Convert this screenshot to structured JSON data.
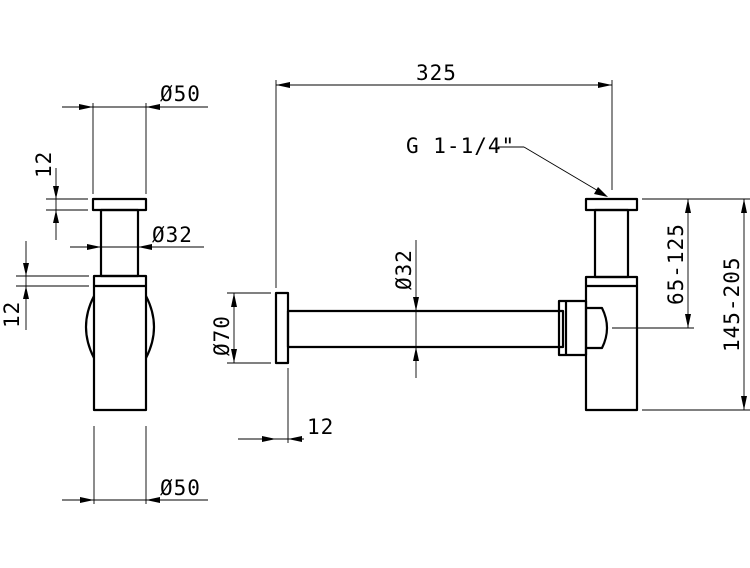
{
  "labels": {
    "diam_50_top": "Ø50",
    "dim_12_cap": "12",
    "diam_32_side": "Ø32",
    "dim_12_ring": "12",
    "diam_50_bottom": "Ø50",
    "width_325": "325",
    "thread": "G 1-1/4\"",
    "diam_32_pipe": "Ø32",
    "diam_70": "Ø70",
    "dim_12_flange": "12",
    "range_65_125": "65-125",
    "range_145_205": "145-205"
  }
}
